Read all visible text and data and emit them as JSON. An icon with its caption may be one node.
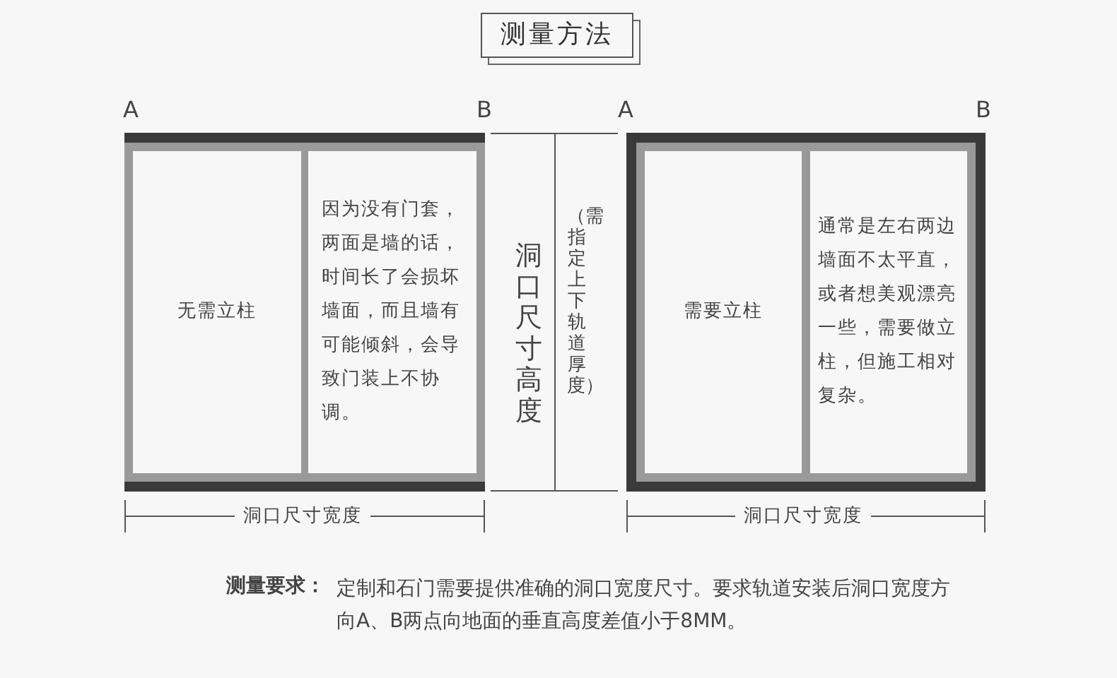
{
  "diagram": {
    "title": "测量方法",
    "nodes": [
      {
        "text": [],
        "shape": "box"
      },
      {
        "text": [
          "无需立柱"
        ],
        "in": 0
      },
      {
        "text": [
          "因为没有门套，两面是墙的话，时间长了会损坏墙面，而且墙有可能倾斜，会导致门装上不协调。"
        ],
        "in": 0
      },
      {
        "text": [],
        "shape": "box"
      },
      {
        "text": [
          "需要立柱"
        ],
        "in": 3
      },
      {
        "text": [
          "通常是左右两边墙面不太平直，或者想美观漂亮一些，需要做立柱，但施工相对复杂。"
        ],
        "in": 3
      }
    ],
    "edges": [],
    "labels": [
      "A",
      "B",
      "A",
      "B",
      "洞口尺寸高度",
      "（需指定上下轨道厚度）",
      "洞口尺寸宽度",
      "洞口尺寸宽度",
      "测量要求：",
      "定制和石门需要提供准确的洞口宽度尺寸。要求轨道安装后洞口宽度方向A、B两点向地面的垂直高度差值小于8MM。"
    ]
  }
}
